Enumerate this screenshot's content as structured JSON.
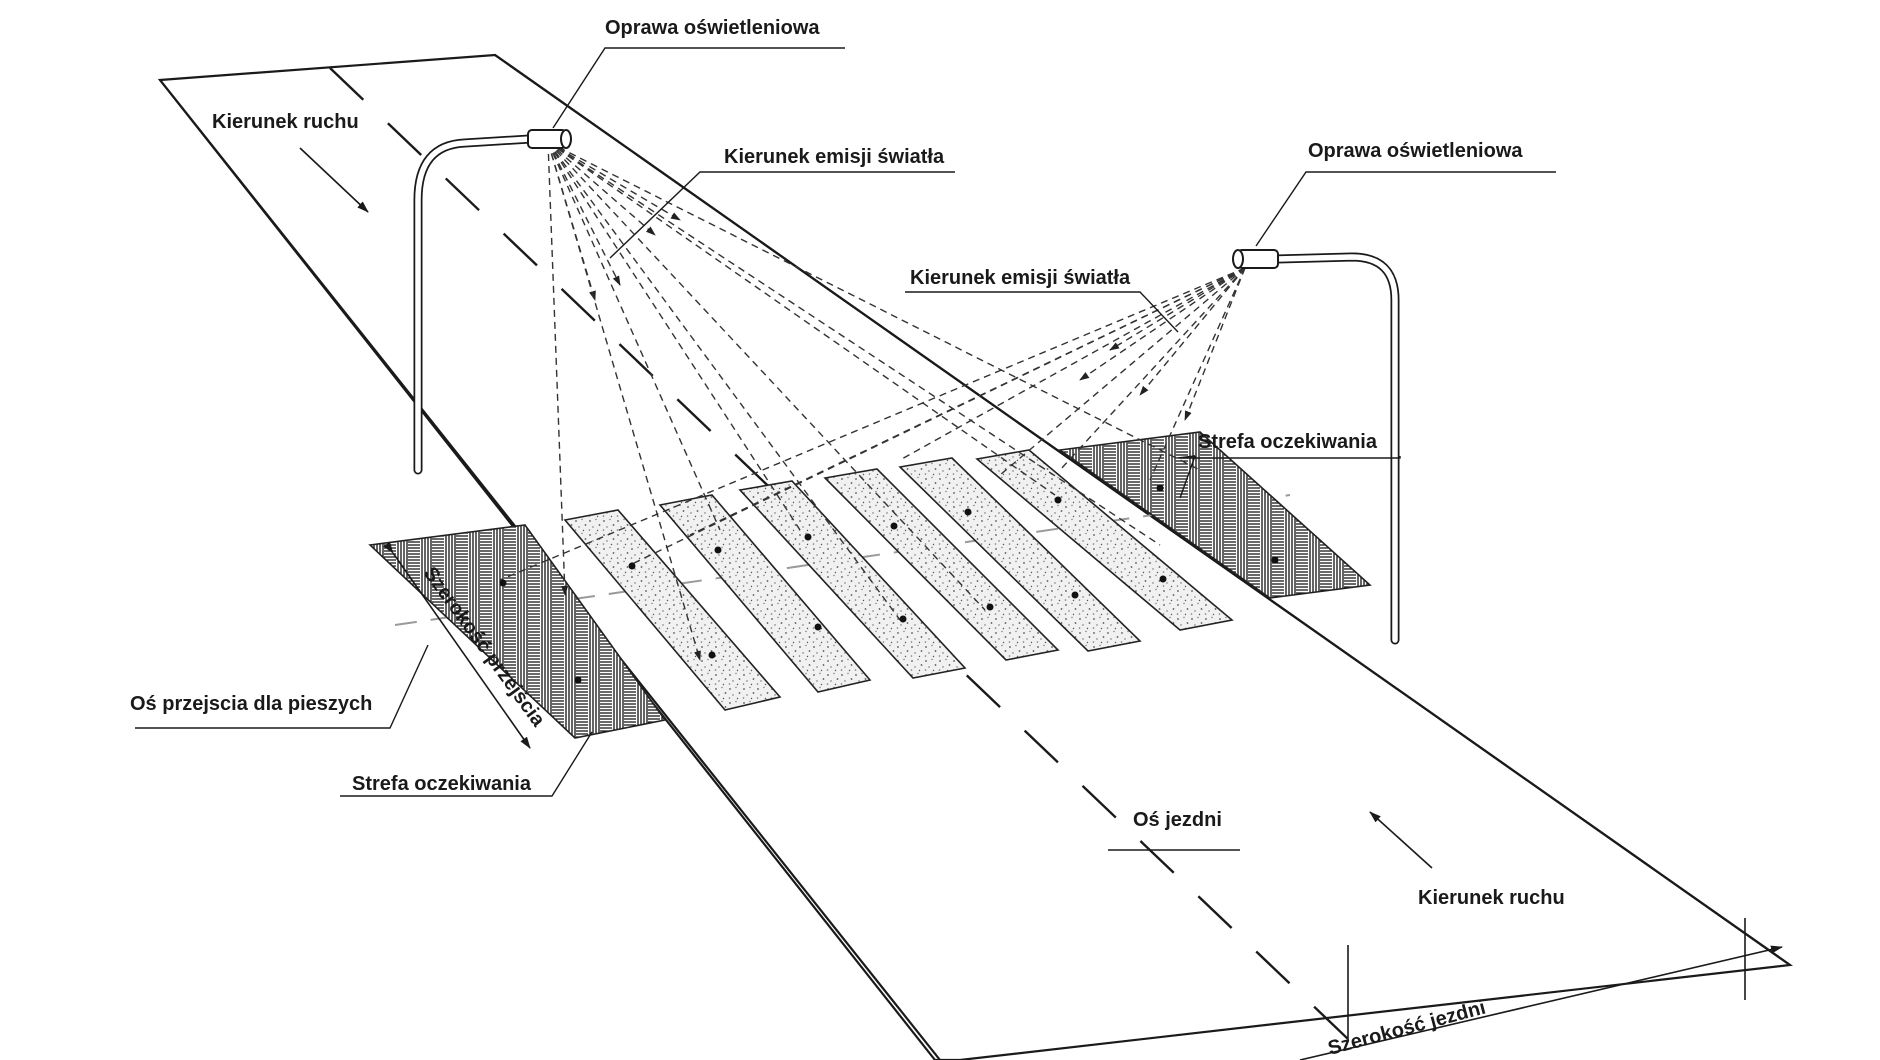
{
  "labels": {
    "fixture_left": "Oprawa oświetleniowa",
    "fixture_right": "Oprawa oświetleniowa",
    "emission_left": "Kierunek emisji światła",
    "emission_right": "Kierunek emisji światła",
    "traffic_top": "Kierunek ruchu",
    "traffic_bottom": "Kierunek ruchu",
    "waiting_zone_right": "Strefa oczekiwania",
    "waiting_zone_left": "Strefa oczekiwania",
    "crossing_width": "Szerokość przejścia",
    "crossing_axis": "Oś przejscia dla pieszych",
    "road_axis": "Oś jezdni",
    "road_width": "Szerokość jezdni"
  },
  "icons": {
    "luminaire": "lamp-icon",
    "traffic_direction": "arrow-icon"
  },
  "colors": {
    "line": "#1a1a1a",
    "background": "#ffffff",
    "axis": "#9a9a9a"
  }
}
